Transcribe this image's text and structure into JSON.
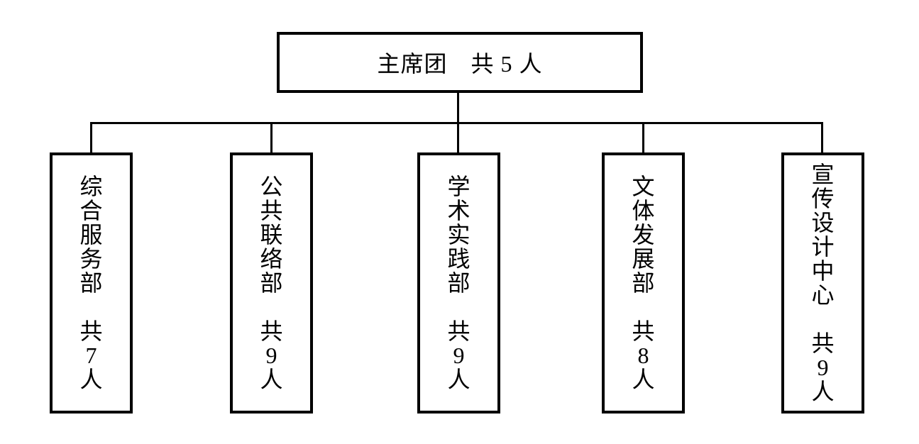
{
  "org": {
    "root": {
      "name": "主席团",
      "count": 5,
      "label": "主席团　共 5 人"
    },
    "departments": [
      {
        "name": "综合服务部",
        "count": 7,
        "label": "综合服务部　共7人"
      },
      {
        "name": "公共联络部",
        "count": 9,
        "label": "公共联络部　共9人"
      },
      {
        "name": "学术实践部",
        "count": 9,
        "label": "学术实践部　共9人"
      },
      {
        "name": "文体发展部",
        "count": 8,
        "label": "文体发展部　共8人"
      },
      {
        "name": "宣传设计中心",
        "count": 9,
        "label": "宣传设计中心　共9人"
      }
    ],
    "colors": {
      "line": "#000000",
      "text": "#000000",
      "background": "#ffffff"
    }
  }
}
